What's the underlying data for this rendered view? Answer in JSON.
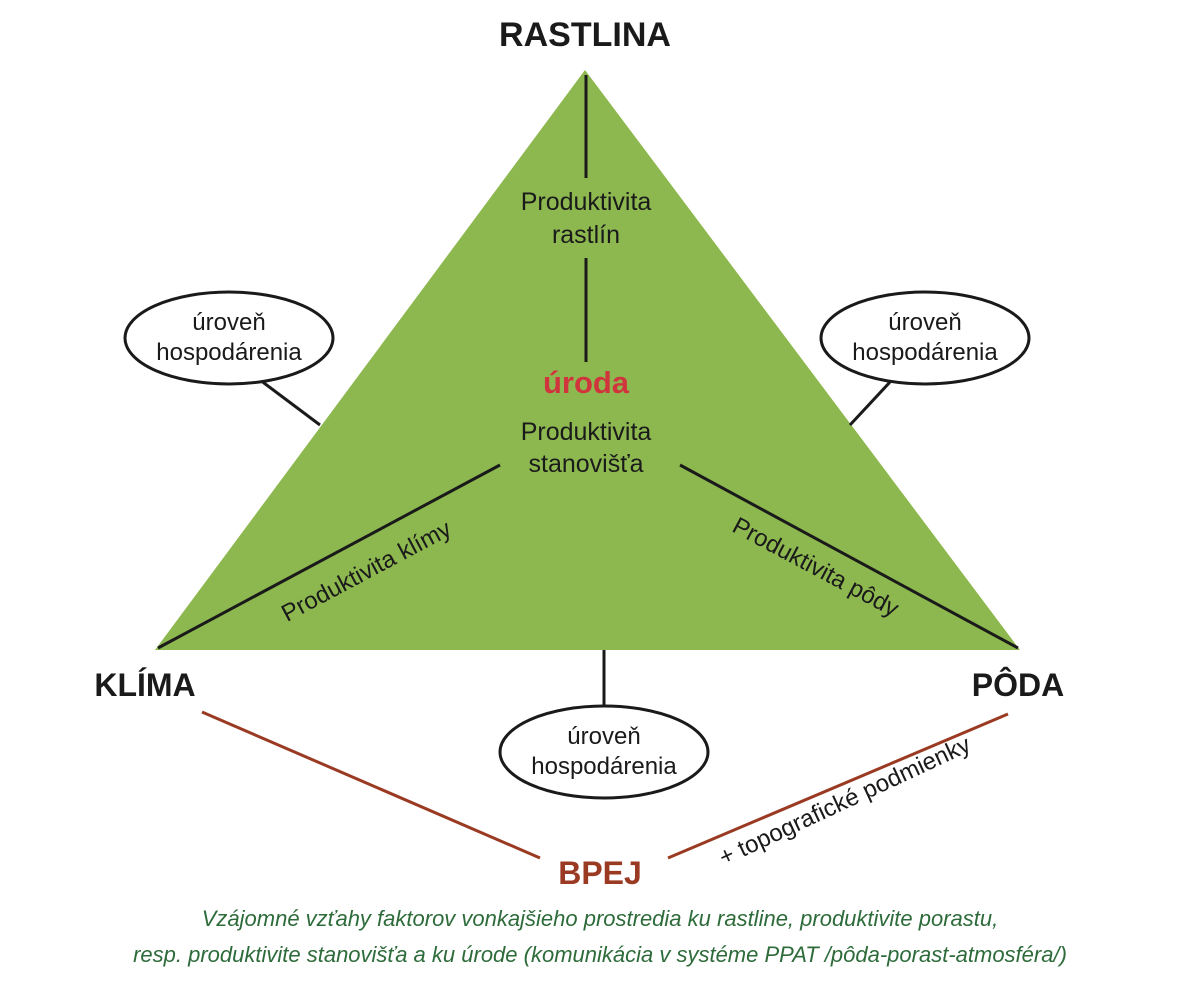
{
  "title": "RASTLINA",
  "corners": {
    "left": "KLÍMA",
    "right": "PÔDA"
  },
  "center": {
    "harvest": "úroda",
    "top_line1": "Produktivita",
    "top_line2": "rastlín",
    "site_line1": "Produktivita",
    "site_line2": "stanovišťa"
  },
  "edges": {
    "climate": "Produktivita klímy",
    "soil": "Produktivita pôdy"
  },
  "ellipses": [
    {
      "line1": "úroveň",
      "line2": "hospodárenia"
    },
    {
      "line1": "úroveň",
      "line2": "hospodárenia"
    },
    {
      "line1": "úroveň",
      "line2": "hospodárenia"
    }
  ],
  "bpej": "BPEJ",
  "topo": "+ topografické podmienky",
  "caption": {
    "line1": "Vzájomné vzťahy faktorov vonkajšieho prostredia ku rastline, produktivite porastu,",
    "line2": "resp. produktivite stanovišťa a ku úrode (komunikácia v systéme PPAT /pôda-porast-atmosféra/)"
  },
  "colors": {
    "triangle": "#8db84f",
    "harvest": "#d0343c",
    "bpej": "#9b3a22",
    "caption": "#2e6b3a"
  }
}
